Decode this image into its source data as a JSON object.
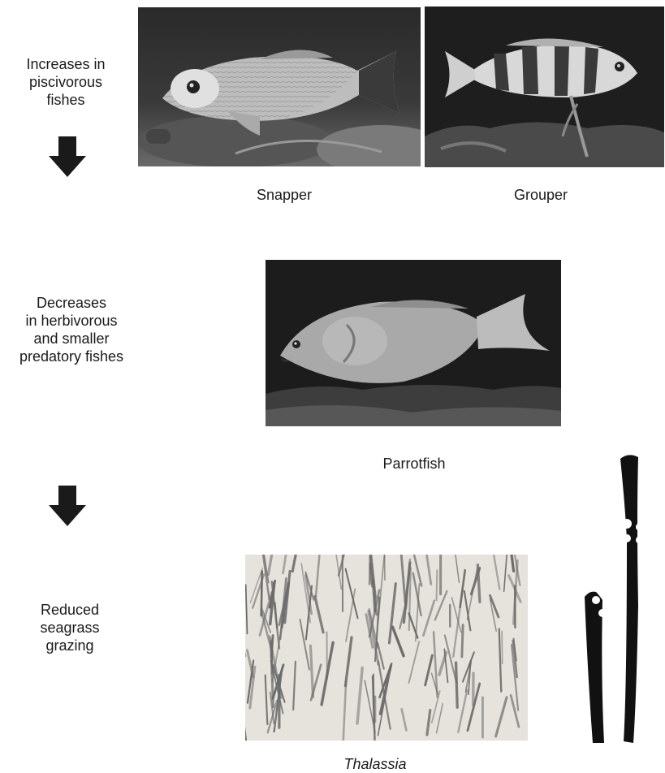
{
  "steps": [
    {
      "lines": [
        "Increases in",
        "piscivorous",
        "fishes"
      ]
    },
    {
      "lines": [
        "Decreases",
        "in herbivorous",
        "and smaller",
        "predatory fishes"
      ]
    },
    {
      "lines": [
        "Reduced",
        "seagrass",
        "grazing"
      ]
    }
  ],
  "photos": {
    "snapper": {
      "caption": "Snapper"
    },
    "grouper": {
      "caption": "Grouper"
    },
    "parrotfish": {
      "caption": "Parrotfish"
    },
    "thalassia": {
      "caption": "Thalassia"
    }
  },
  "icons": {
    "arrows": [
      "down-arrow-icon",
      "down-arrow-icon"
    ],
    "seagrass_blades": "grazed-seagrass-blades-icon"
  },
  "colors": {
    "arrow": "#1a1a1a",
    "photo_dark": "#1c1c1c",
    "sand": "#e6e3dc"
  }
}
